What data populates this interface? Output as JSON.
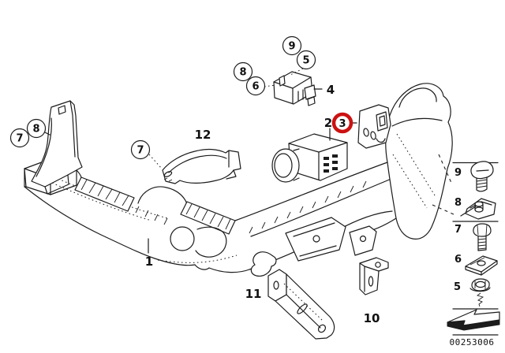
{
  "colors": {
    "background": "#ffffff",
    "line": "#1c1c1c",
    "highlight": "#cc1111"
  },
  "callouts": {
    "circle_7_left": "7",
    "circle_8_left": "8",
    "circle_7_mid": "7",
    "circle_9": "9",
    "circle_5": "5",
    "circle_8_top": "8",
    "circle_6": "6",
    "circle_3": "3",
    "label_12": "12",
    "label_4": "4",
    "label_2": "2",
    "label_1": "1",
    "label_11": "11",
    "label_10": "10"
  },
  "legend": {
    "item_9": {
      "label": "9",
      "icon": "dome-head-screw-icon"
    },
    "item_8": {
      "label": "8",
      "icon": "cage-nut-clip-icon"
    },
    "item_7": {
      "label": "7",
      "icon": "hex-bolt-icon"
    },
    "item_6": {
      "label": "6",
      "icon": "speed-nut-clip-icon"
    },
    "item_5": {
      "label": "5",
      "icon": "flange-nut-with-screw-icon"
    },
    "direction": {
      "icon": "front-direction-arrow-icon"
    },
    "code": "00253006"
  }
}
